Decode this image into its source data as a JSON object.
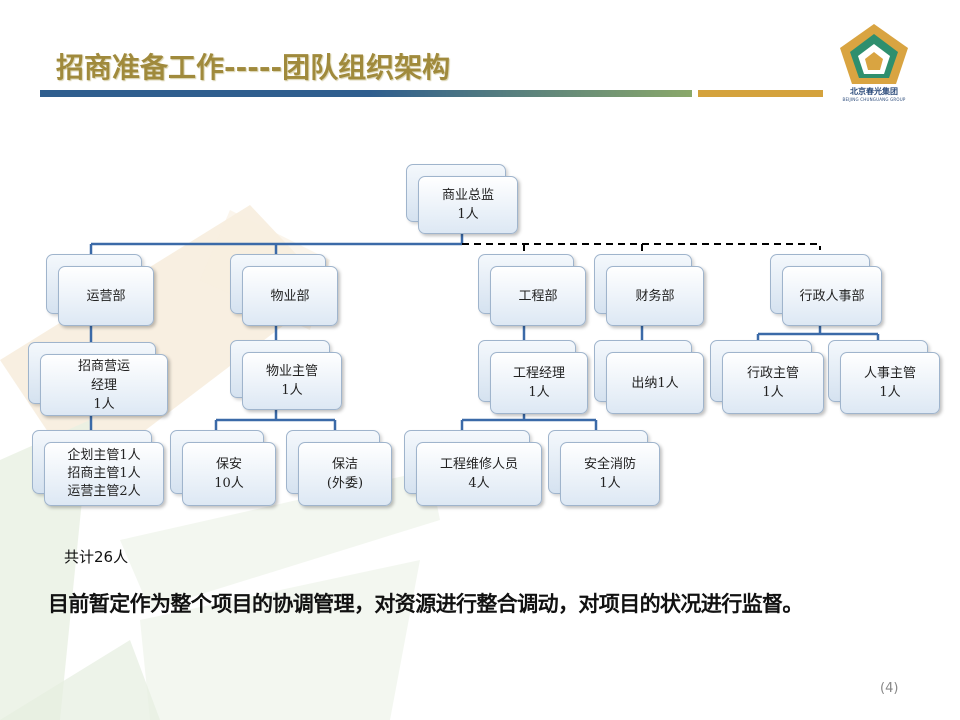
{
  "title": "招商准备工作-----团队组织架构",
  "logo": {
    "name": "北京春光集团",
    "subtitle": "BEIJING CHUNGUANG GROUP"
  },
  "org": {
    "director": {
      "title": "商业总监",
      "count": "1人"
    },
    "departments": {
      "operations": {
        "name": "运营部",
        "lead": {
          "line1": "招商营运",
          "line2": "经理",
          "count": "1人"
        },
        "staff": {
          "line1": "企划主管1人",
          "line2": "招商主管1人",
          "line3": "运营主管2人"
        }
      },
      "property": {
        "name": "物业部",
        "lead": {
          "title": "物业主管",
          "count": "1人"
        },
        "security": {
          "title": "保安",
          "count": "10人"
        },
        "cleaning": {
          "title": "保洁",
          "note": "(外委)"
        }
      },
      "engineering": {
        "name": "工程部",
        "lead": {
          "title": "工程经理",
          "count": "1人"
        },
        "maintenance": {
          "title": "工程维修人员",
          "count": "4人"
        },
        "fire_safety": {
          "title": "安全消防",
          "count": "1人"
        }
      },
      "finance": {
        "name": "财务部",
        "cashier": {
          "title": "出纳1人"
        }
      },
      "admin_hr": {
        "name": "行政人事部",
        "admin_lead": {
          "title": "行政主管",
          "count": "1人"
        },
        "hr_lead": {
          "title": "人事主管",
          "count": "1人"
        }
      }
    }
  },
  "total": "共计26人",
  "description": "目前暂定作为整个项目的协调管理，对资源进行整合调动，对项目的状况进行监督。",
  "page_number": "(4)",
  "colors": {
    "title": "#a08a3c",
    "bar_blue": "#2f5e8e",
    "bar_green": "#8aa86a",
    "bar_gold": "#d4a23c",
    "connector": "#3b6aa8",
    "logo_green": "#2e8f6e",
    "logo_gold": "#d9a441"
  }
}
